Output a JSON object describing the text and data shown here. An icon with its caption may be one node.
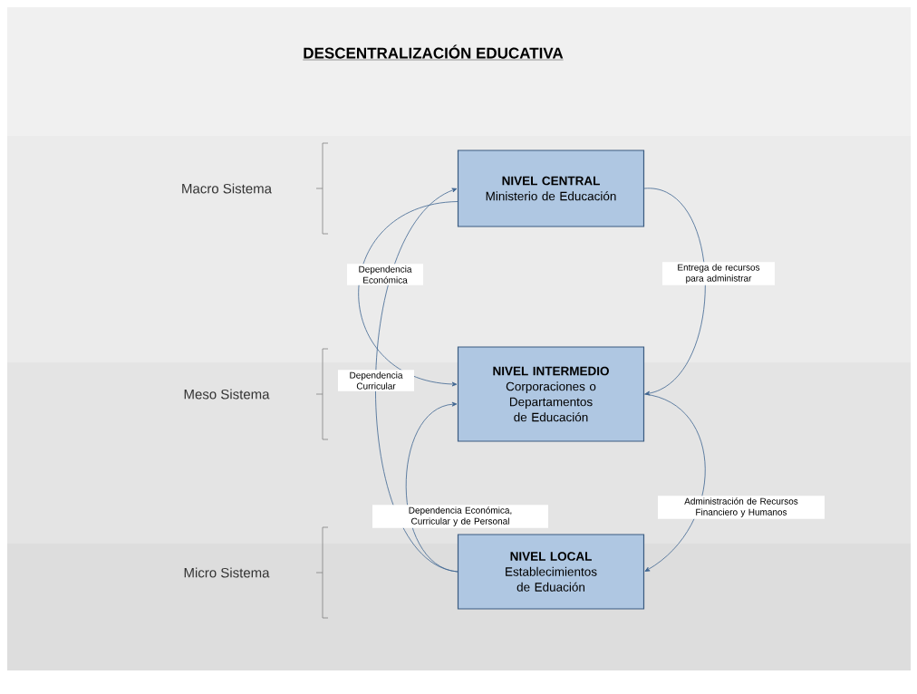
{
  "diagram": {
    "title": "DESCENTRALIZACIÓN EDUCATIVA",
    "nodes": [
      {
        "text": [
          "NIVEL CENTRAL",
          "Ministerio de Educación"
        ]
      },
      {
        "text": [
          "NIVEL INTERMEDIO",
          "Corporaciones o Departamentos de Educación"
        ]
      },
      {
        "text": [
          "NIVEL LOCAL",
          "Establecimientos de Eduación"
        ]
      }
    ],
    "edges": [
      {
        "from": 2,
        "to": 0,
        "arrow": "to",
        "label": "Dependencia Curricular"
      },
      {
        "from": 0,
        "to": 1,
        "arrow": "to",
        "label": "Dependencia Económica"
      },
      {
        "from": 2,
        "to": 1,
        "arrow": "to",
        "label": "Dependencia Económica, Curricular y de Personal"
      },
      {
        "from": 0,
        "to": 1,
        "arrow": "to",
        "label": "Entrega de recursos para administrar"
      },
      {
        "from": 1,
        "to": 2,
        "arrow": "to",
        "label": "Administración de Recursos Financiero y Humanos"
      }
    ],
    "labels": [
      "Macro Sistema",
      "Meso Sistema",
      "Micro Sistema"
    ]
  }
}
